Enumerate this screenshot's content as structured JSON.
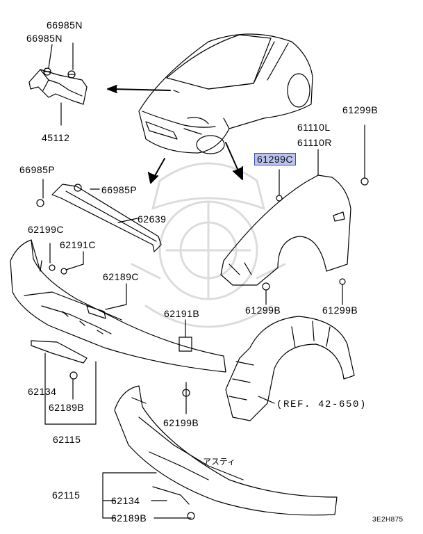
{
  "diagram": {
    "colors": {
      "line": "#000000",
      "highlight_fill": "#b9c3ee",
      "highlight_border": "#3b4fb8",
      "watermark": "#dcdcdc"
    },
    "labels": {
      "l_66985N_a": "66985N",
      "l_66985N_b": "66985N",
      "l_45112": "45112",
      "l_66985P_a": "66985P",
      "l_66985P_b": "66985P",
      "l_62639": "62639",
      "l_62199C_a": "62199C",
      "l_62191C": "62191C",
      "l_62189C": "62189C",
      "l_62191B": "62191B",
      "l_62134_a": "62134",
      "l_62189B_a": "62189B",
      "l_62115_a": "62115",
      "l_62199B": "62199B",
      "l_61299B_top": "61299B",
      "l_61110L": "61110L",
      "l_61110R": "61110R",
      "l_61299C": "61299C",
      "l_61299B_mid": "61299B",
      "l_61299B_right": "61299B",
      "l_ref": "(REF. 42-650)",
      "l_jp": "アスティ",
      "l_62115_b": "62115",
      "l_62134_b": "62134",
      "l_62189B_b": "62189B",
      "l_code": "3E2H875"
    },
    "icons": [
      "car-icon",
      "bolt-icon",
      "clip-icon",
      "watermark-logo-icon"
    ]
  }
}
